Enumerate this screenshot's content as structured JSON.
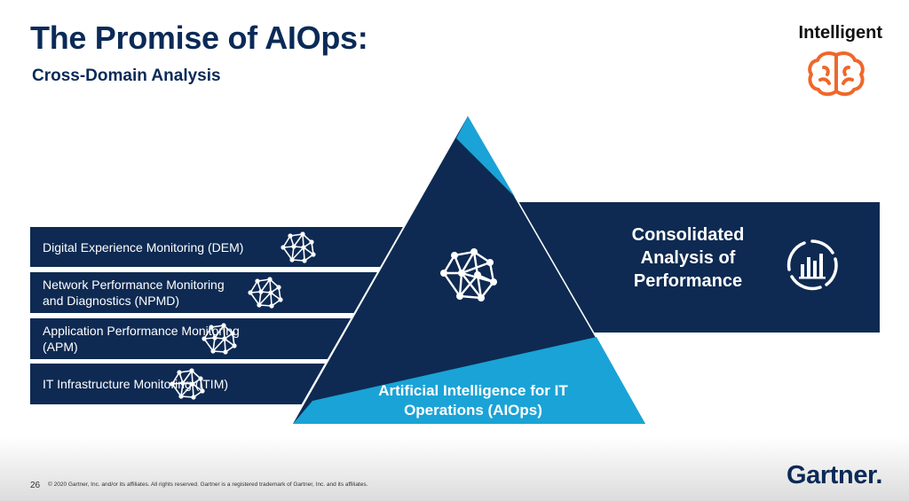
{
  "slide": {
    "title": "The Promise of AIOps:",
    "subtitle": "Cross-Domain Analysis",
    "badge_label": "Intelligent",
    "badge_icon": "brain-icon",
    "monitoring_bars": [
      {
        "label": "Digital Experience Monitoring (DEM)",
        "icon": "network-icon"
      },
      {
        "label": "Network Performance Monitoring and Diagnostics (NPMD)",
        "icon": "network-icon"
      },
      {
        "label": "Application Performance Monitoring (APM)",
        "icon": "network-icon"
      },
      {
        "label": "IT Infrastructure Monitoring (ITIM)",
        "icon": "network-icon"
      }
    ],
    "consolidated_label": "Consolidated Analysis of Performance",
    "consolidated_icon": "bar-chart-circle-icon",
    "aiops_label": "Artificial Intelligence for IT Operations (AIOps)",
    "page_number": "26",
    "copyright": "© 2020 Gartner, Inc. and/or its affiliates. All rights reserved. Gartner is a registered trademark of Gartner, Inc. and its affiliates.",
    "logo_text": "Gartner."
  },
  "colors": {
    "navy": "#0e2a52",
    "cyan": "#1aa3d6",
    "orange": "#f0672a",
    "title": "#0b2a57"
  }
}
